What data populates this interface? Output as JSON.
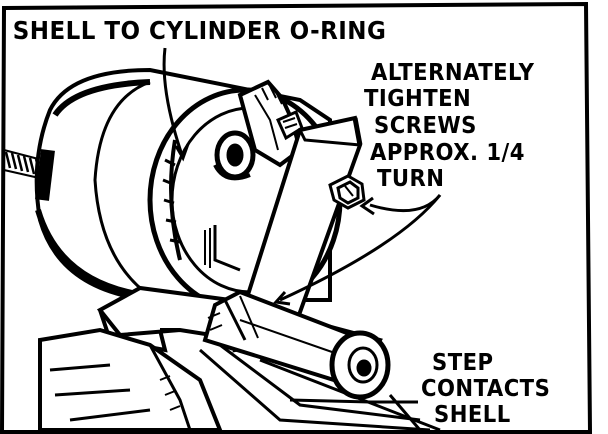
{
  "labels": {
    "top": "SHELL TO CYLINDER O-RING",
    "right": [
      "ALTERNATELY",
      "TIGHTEN",
      "SCREWS",
      "APPROX. 1/4",
      "TURN"
    ],
    "bottom": [
      "STEP",
      "CONTACTS",
      "SHELL"
    ]
  }
}
